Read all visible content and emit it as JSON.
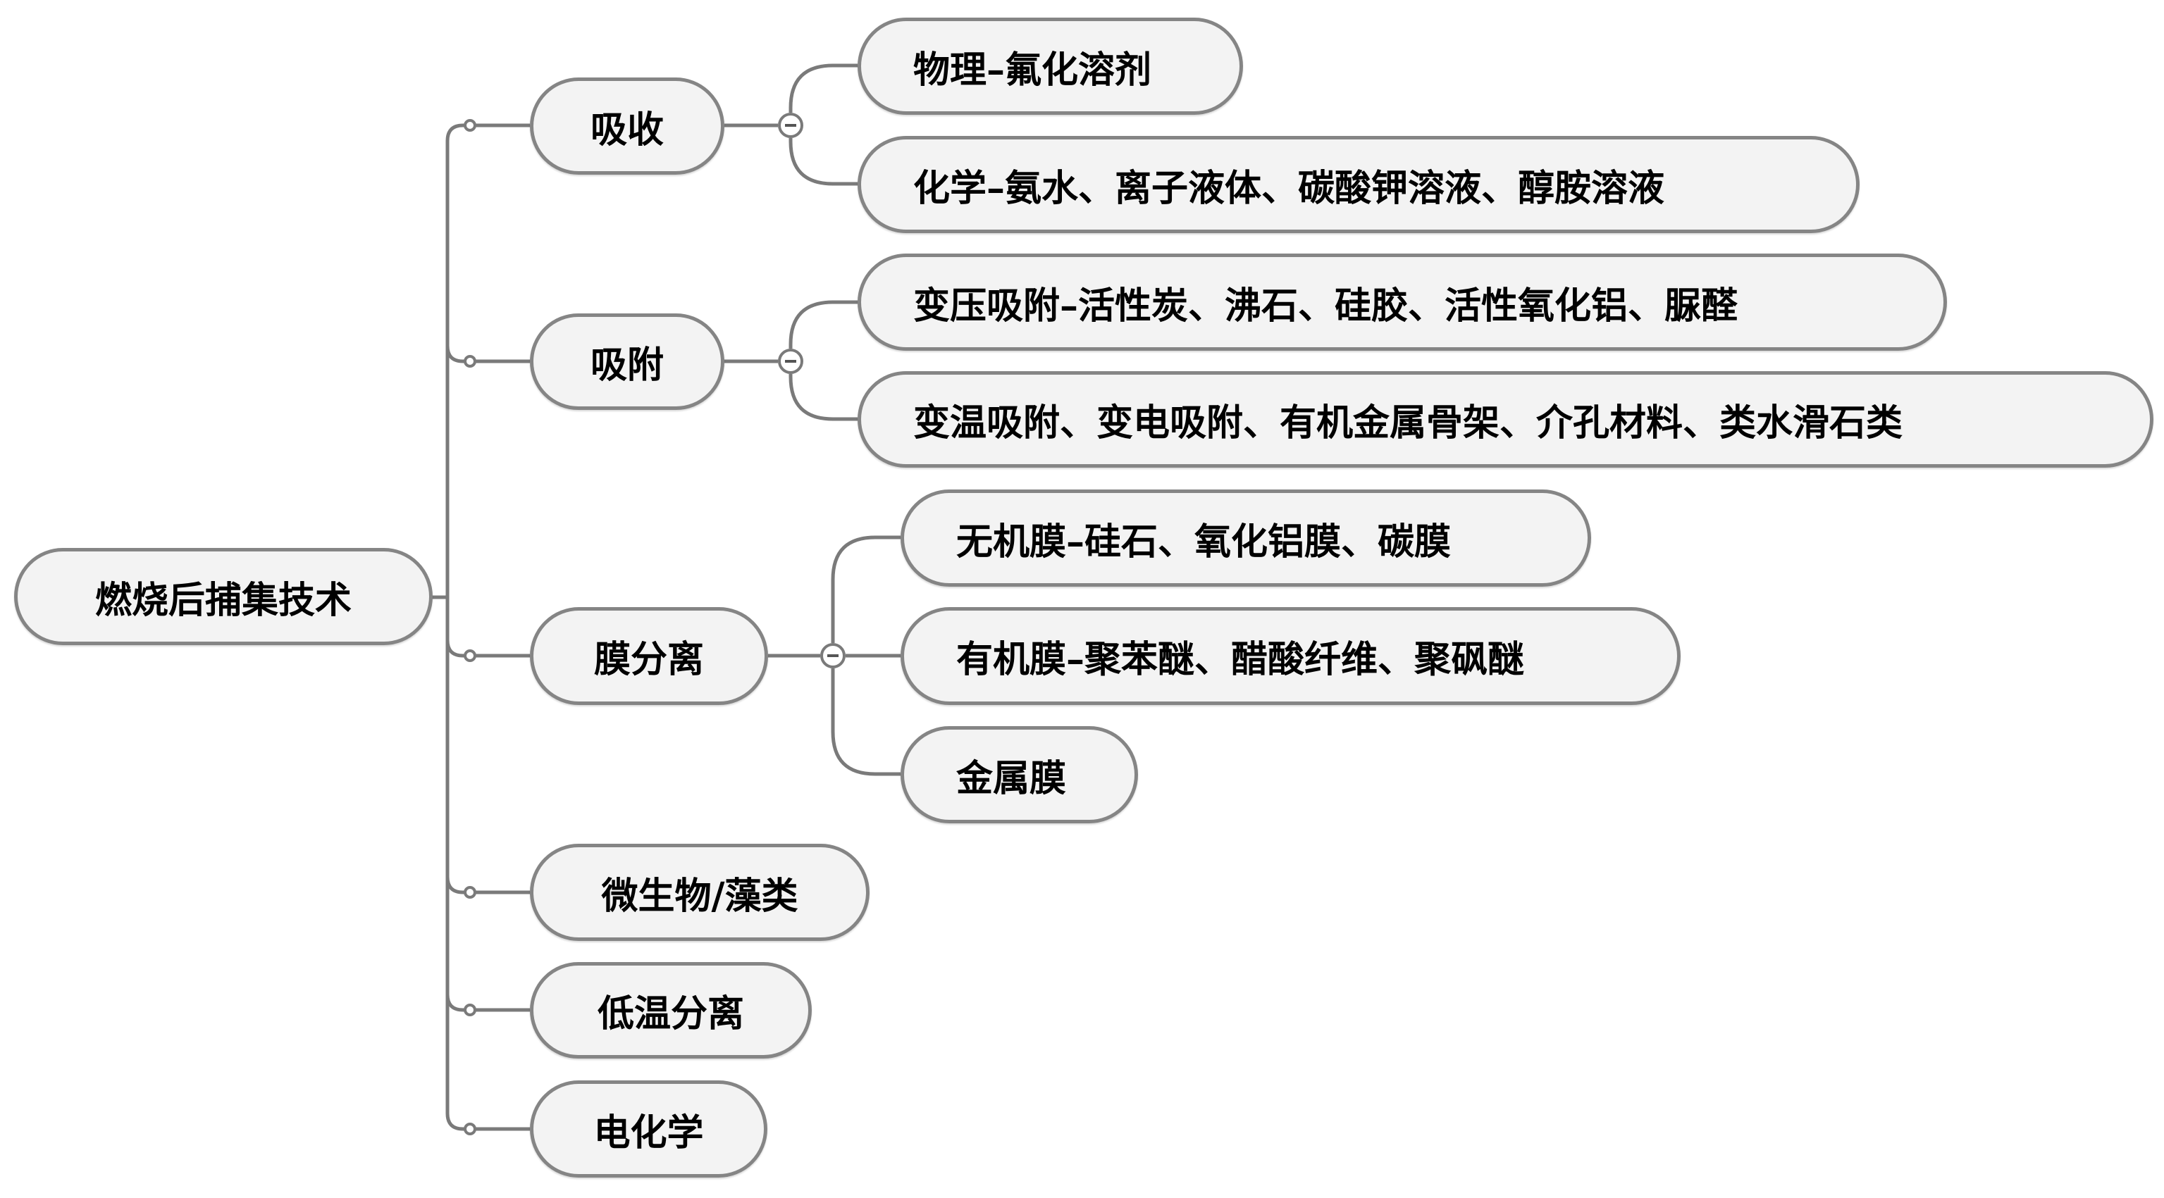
{
  "root": {
    "label": "燃烧后捕集技术"
  },
  "branches": [
    {
      "label": "吸收",
      "collapse_icon": "minus-icon",
      "children": [
        {
          "label": "物理–氟化溶剂"
        },
        {
          "label": "化学–氨水、离子液体、碳酸钾溶液、醇胺溶液"
        }
      ]
    },
    {
      "label": "吸附",
      "collapse_icon": "minus-icon",
      "children": [
        {
          "label": "变压吸附–活性炭、沸石、硅胶、活性氧化铝、脲醛"
        },
        {
          "label": "变温吸附、变电吸附、有机金属骨架、介孔材料、类水滑石类"
        }
      ]
    },
    {
      "label": "膜分离",
      "collapse_icon": "minus-icon",
      "children": [
        {
          "label": "无机膜–硅石、氧化铝膜、碳膜"
        },
        {
          "label": "有机膜–聚苯醚、醋酸纤维、聚砜醚"
        },
        {
          "label": "金属膜"
        }
      ]
    },
    {
      "label": "微生物/藻类",
      "children": []
    },
    {
      "label": "低温分离",
      "children": []
    },
    {
      "label": "电化学",
      "children": []
    }
  ],
  "colors": {
    "node_fill": "#f3f3f3",
    "node_border": "#858585",
    "line": "#7a7a7a",
    "text": "#000000"
  }
}
